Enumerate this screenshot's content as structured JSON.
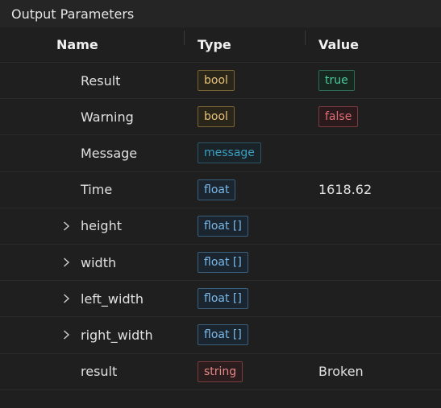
{
  "panel": {
    "title": "Output Parameters"
  },
  "columns": {
    "name": "Name",
    "type": "Type",
    "value": "Value"
  },
  "rows": [
    {
      "name": "Result",
      "type": "bool",
      "value": "true",
      "value_kind": "true",
      "expandable": false
    },
    {
      "name": "Warning",
      "type": "bool",
      "value": "false",
      "value_kind": "false",
      "expandable": false
    },
    {
      "name": "Message",
      "type": "message",
      "value": "",
      "value_kind": "none",
      "expandable": false
    },
    {
      "name": "Time",
      "type": "float",
      "value": "1618.62",
      "value_kind": "plain",
      "expandable": false
    },
    {
      "name": "height",
      "type": "float []",
      "value": "",
      "value_kind": "none",
      "expandable": true
    },
    {
      "name": "width",
      "type": "float []",
      "value": "",
      "value_kind": "none",
      "expandable": true
    },
    {
      "name": "left_width",
      "type": "float []",
      "value": "",
      "value_kind": "none",
      "expandable": true
    },
    {
      "name": "right_width",
      "type": "float []",
      "value": "",
      "value_kind": "none",
      "expandable": true
    },
    {
      "name": "result",
      "type": "string",
      "value": "Broken",
      "value_kind": "plain",
      "expandable": false
    }
  ],
  "colors": {
    "background": "#1f1f1f",
    "title_bar": "#252526",
    "bool": "#e5c07b",
    "message": "#3aa0c0",
    "float": "#79b8e8",
    "string": "#e48787",
    "true": "#4ec9a0",
    "false": "#e06c75"
  }
}
